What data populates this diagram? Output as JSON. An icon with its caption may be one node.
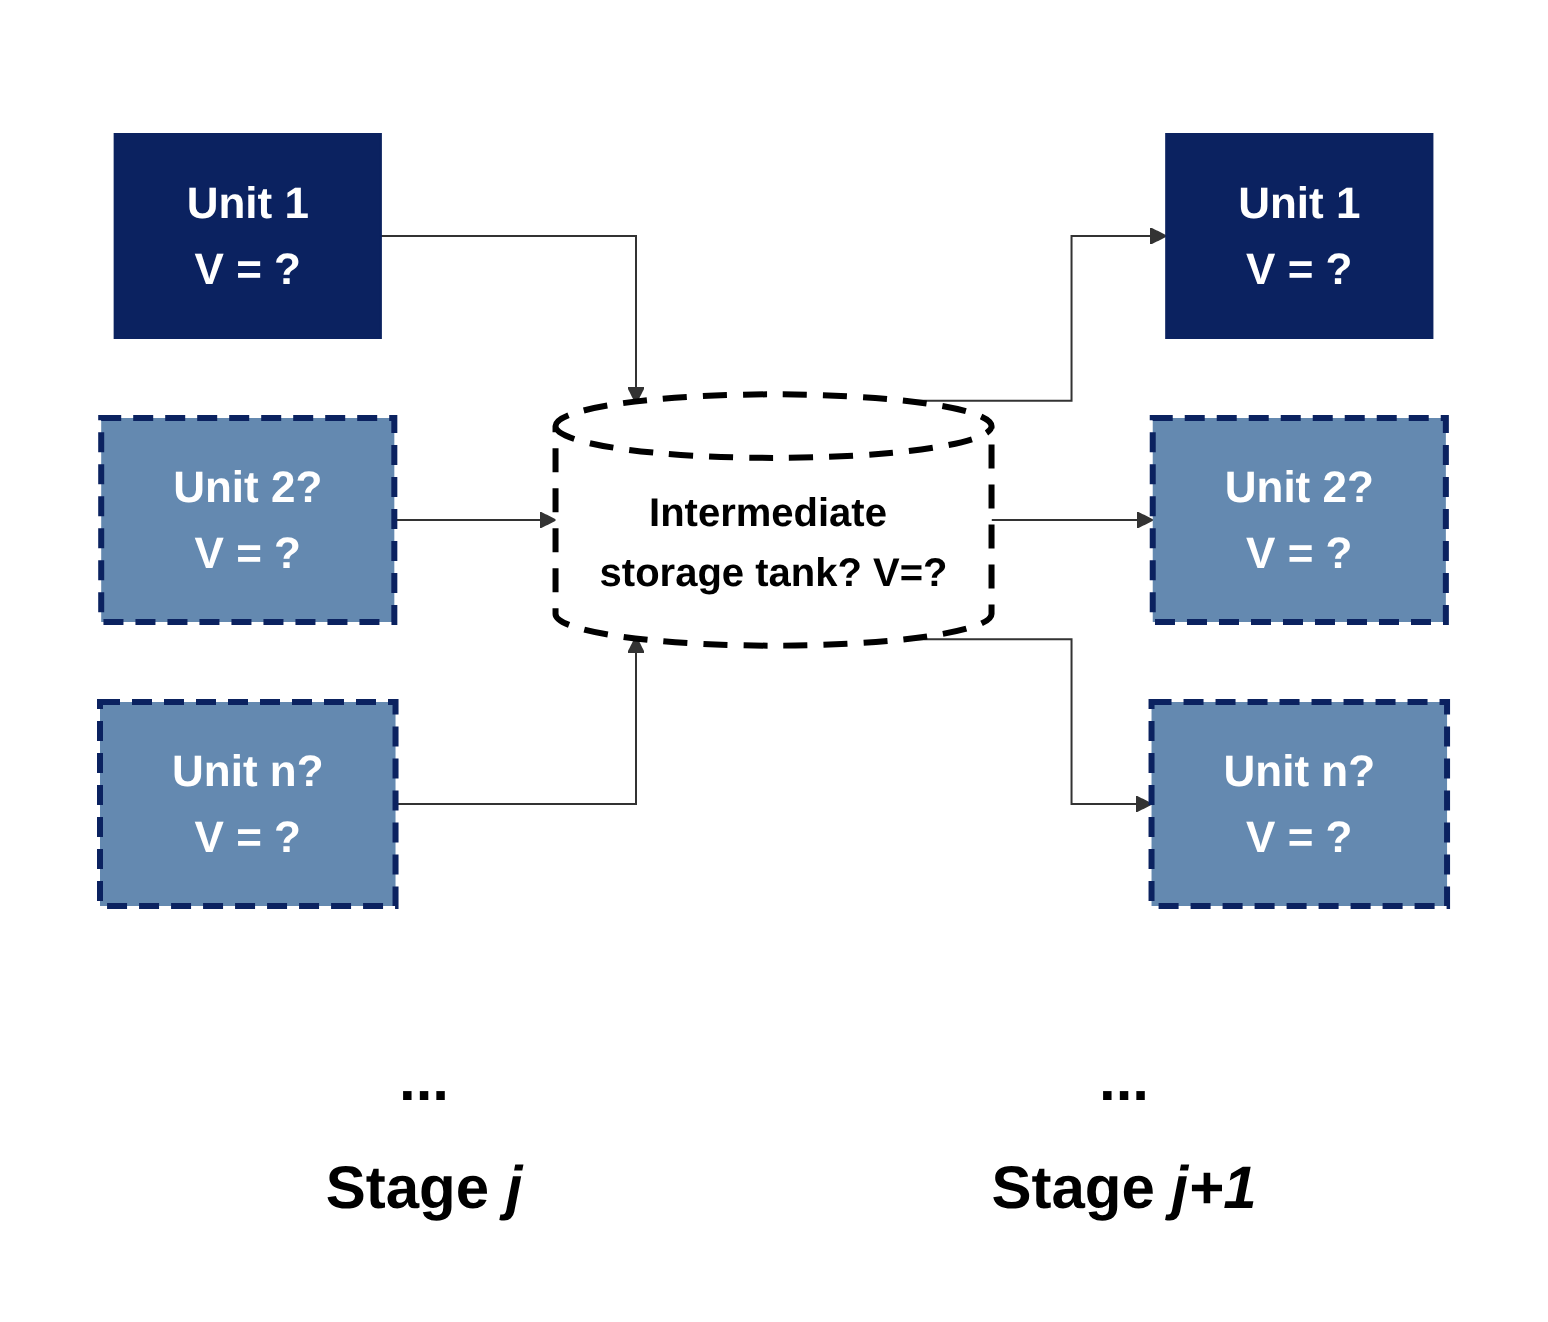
{
  "diagram": {
    "nodes": [
      {
        "text": [
          "Unit 1",
          "V = ?"
        ]
      },
      {
        "text": [
          "Unit 2?",
          "V = ?"
        ]
      },
      {
        "text": [
          "Unit n?",
          "V = ?"
        ]
      },
      {
        "text": [
          "Intermediate storage tank? V=?"
        ]
      },
      {
        "text": [
          "Unit 1",
          "V = ?"
        ]
      },
      {
        "text": [
          "Unit 2?",
          "V = ?"
        ]
      },
      {
        "text": [
          "Unit n?",
          "V = ?"
        ]
      }
    ],
    "edges": [
      {
        "from": 0,
        "to": 3,
        "arrow": "to"
      },
      {
        "from": 1,
        "to": 3,
        "arrow": "to"
      },
      {
        "from": 2,
        "to": 3,
        "arrow": "to"
      },
      {
        "from": 3,
        "to": 4,
        "arrow": "to"
      },
      {
        "from": 3,
        "to": 5,
        "arrow": "to"
      },
      {
        "from": 3,
        "to": 6,
        "arrow": "to"
      }
    ],
    "labels": [
      "...",
      "...",
      "Stage *j*",
      "Stage *j+1*"
    ]
  }
}
